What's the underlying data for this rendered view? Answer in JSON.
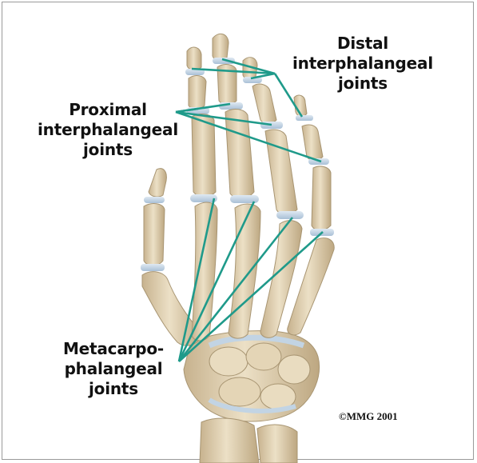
{
  "labels": {
    "distal": [
      "Distal",
      "interphalangeal",
      "joints"
    ],
    "proximal": [
      "Proximal",
      "interphalangeal",
      "joints"
    ],
    "metacarpo": [
      "Metacarpo-",
      "phalangeal",
      "joints"
    ]
  },
  "credit": "©MMG 2001",
  "colors": {
    "bone": "#e6d6b8",
    "bone_shadow": "#c9b48f",
    "cartilage": "#c2d4e4",
    "leader": "#1f9a8a",
    "background": "#ffffff",
    "border": "#9a9a9a"
  }
}
